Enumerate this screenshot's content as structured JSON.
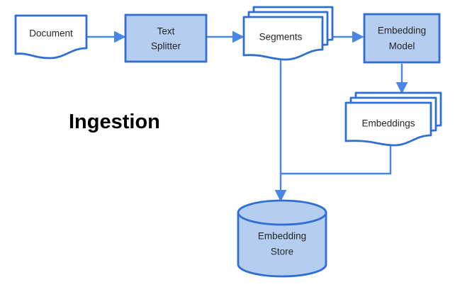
{
  "diagram": {
    "title": "Ingestion",
    "palette": {
      "stroke": "#2f6fd4",
      "fill_blue": "#b4cdf0",
      "fill_white": "#ffffff",
      "connector": "#4a86e8",
      "text": "#262626",
      "title_text": "#000000",
      "background": "#ffffff"
    },
    "nodes": [
      {
        "id": "document",
        "label": "Document",
        "shape": "document",
        "fill": "white"
      },
      {
        "id": "text-splitter",
        "label_line1": "Text",
        "label_line2": "Splitter",
        "shape": "rectangle",
        "fill": "blue"
      },
      {
        "id": "segments",
        "label": "Segments",
        "shape": "document-stack",
        "fill": "white"
      },
      {
        "id": "embedding-model",
        "label_line1": "Embedding",
        "label_line2": "Model",
        "shape": "rectangle",
        "fill": "blue"
      },
      {
        "id": "embeddings",
        "label": "Embeddings",
        "shape": "document-stack",
        "fill": "white"
      },
      {
        "id": "embedding-store",
        "label_line1": "Embedding",
        "label_line2": "Store",
        "shape": "cylinder",
        "fill": "blue"
      }
    ],
    "edges": [
      {
        "id": "document-to-text-splitter",
        "from": "document",
        "to": "text-splitter",
        "arrow": true
      },
      {
        "id": "text-splitter-to-segments",
        "from": "text-splitter",
        "to": "segments",
        "arrow": true
      },
      {
        "id": "segments-to-embedding-model",
        "from": "segments",
        "to": "embedding-model",
        "arrow": true
      },
      {
        "id": "embedding-model-to-embeddings",
        "from": "embedding-model",
        "to": "embeddings",
        "arrow": true
      },
      {
        "id": "segments-to-embedding-store",
        "from": "segments",
        "to": "embedding-store",
        "arrow": true
      },
      {
        "id": "embeddings-to-embedding-store",
        "from": "embeddings",
        "to": "embedding-store",
        "arrow": false
      }
    ]
  }
}
